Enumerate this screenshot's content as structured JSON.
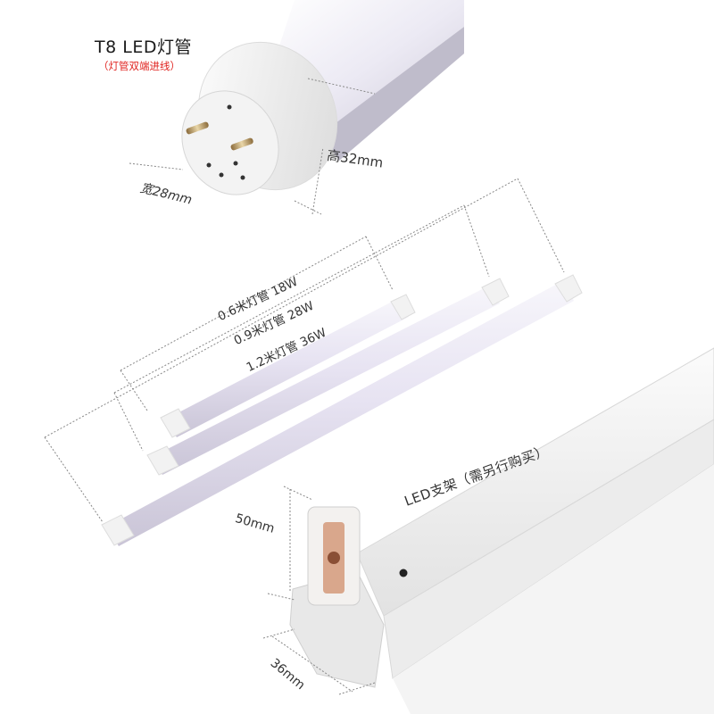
{
  "product": {
    "title": "T8 LED灯管",
    "subtitle": "（灯管双端进线）"
  },
  "dimensions": {
    "height": "高32mm",
    "width": "宽28mm",
    "bracket_height": "50mm",
    "bracket_width": "36mm"
  },
  "tubes": [
    {
      "label": "0.6米灯管 18W"
    },
    {
      "label": "0.9米灯管 28W"
    },
    {
      "label": "1.2米灯管 36W"
    }
  ],
  "bracket": {
    "label": "LED支架（需另行购买）"
  },
  "colors": {
    "subtitle": "#e0231f",
    "tube_body": "#e9e6f4",
    "end_cap": "#f4f4f4",
    "bracket": "#f6f6f6"
  }
}
